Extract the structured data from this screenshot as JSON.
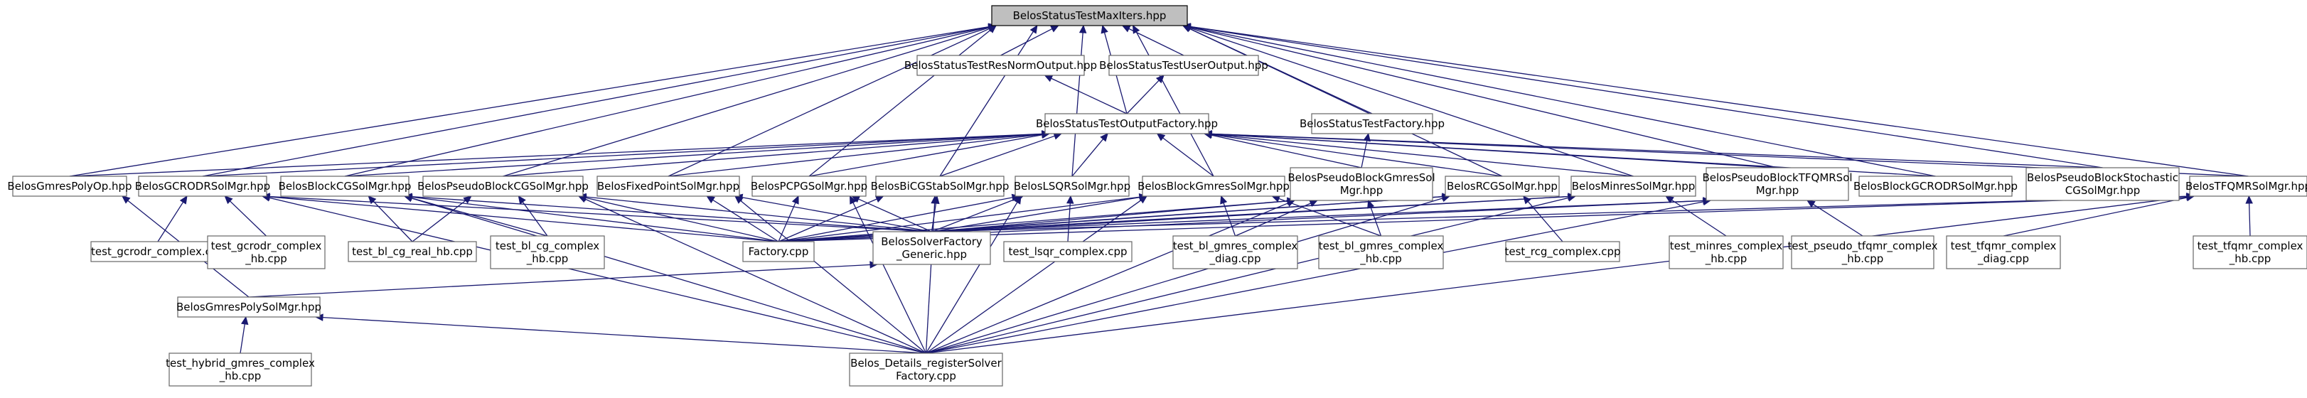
{
  "diagram": {
    "nodes": [
      {
        "id": "testmaxiters",
        "lines": [
          "BelosStatusTestMaxIters.hpp"
        ],
        "root": true
      },
      {
        "id": "resnorm",
        "lines": [
          "BelosStatusTestResNormOutput.hpp"
        ]
      },
      {
        "id": "useroutput",
        "lines": [
          "BelosStatusTestUserOutput.hpp"
        ]
      },
      {
        "id": "outputfactory",
        "lines": [
          "BelosStatusTestOutputFactory.hpp"
        ]
      },
      {
        "id": "testfactory",
        "lines": [
          "BelosStatusTestFactory.hpp"
        ]
      },
      {
        "id": "gmrespolyop",
        "lines": [
          "BelosGmresPolyOp.hpp"
        ]
      },
      {
        "id": "gcrodr",
        "lines": [
          "BelosGCRODRSolMgr.hpp"
        ]
      },
      {
        "id": "blockcg",
        "lines": [
          "BelosBlockCGSolMgr.hpp"
        ]
      },
      {
        "id": "pseudoblockcg",
        "lines": [
          "BelosPseudoBlockCGSolMgr.hpp"
        ]
      },
      {
        "id": "fixedpoint",
        "lines": [
          "BelosFixedPointSolMgr.hpp"
        ]
      },
      {
        "id": "pcpg",
        "lines": [
          "BelosPCPGSolMgr.hpp"
        ]
      },
      {
        "id": "bicgstab",
        "lines": [
          "BelosBiCGStabSolMgr.hpp"
        ]
      },
      {
        "id": "lsqr",
        "lines": [
          "BelosLSQRSolMgr.hpp"
        ]
      },
      {
        "id": "blockgmres",
        "lines": [
          "BelosBlockGmresSolMgr.hpp"
        ]
      },
      {
        "id": "pseudoblockgmres",
        "lines": [
          "BelosPseudoBlockGmresSol",
          "Mgr.hpp"
        ]
      },
      {
        "id": "rcg",
        "lines": [
          "BelosRCGSolMgr.hpp"
        ]
      },
      {
        "id": "minres",
        "lines": [
          "BelosMinresSolMgr.hpp"
        ]
      },
      {
        "id": "pseudoblocktfqmr",
        "lines": [
          "BelosPseudoBlockTFQMRSol",
          "Mgr.hpp"
        ]
      },
      {
        "id": "blockgcrodr",
        "lines": [
          "BelosBlockGCRODRSolMgr.hpp"
        ]
      },
      {
        "id": "pseudoblockstoch",
        "lines": [
          "BelosPseudoBlockStochastic",
          "CGSolMgr.hpp"
        ]
      },
      {
        "id": "tfqmr",
        "lines": [
          "BelosTFQMRSolMgr.hpp"
        ]
      },
      {
        "id": "test_gcrodr_complex",
        "lines": [
          "test_gcrodr_complex.cpp"
        ]
      },
      {
        "id": "test_gcrodr_complex_hb",
        "lines": [
          "test_gcrodr_complex",
          "_hb.cpp"
        ]
      },
      {
        "id": "test_bl_cg_real_hb",
        "lines": [
          "test_bl_cg_real_hb.cpp"
        ]
      },
      {
        "id": "test_bl_cg_complex_hb",
        "lines": [
          "test_bl_cg_complex",
          "_hb.cpp"
        ]
      },
      {
        "id": "factory",
        "lines": [
          "Factory.cpp"
        ]
      },
      {
        "id": "solverfactorygeneric",
        "lines": [
          "BelosSolverFactory",
          "_Generic.hpp"
        ]
      },
      {
        "id": "test_lsqr_complex",
        "lines": [
          "test_lsqr_complex.cpp"
        ]
      },
      {
        "id": "test_bl_gmres_complex_diag",
        "lines": [
          "test_bl_gmres_complex",
          "_diag.cpp"
        ]
      },
      {
        "id": "test_bl_gmres_complex_hb",
        "lines": [
          "test_bl_gmres_complex",
          "_hb.cpp"
        ]
      },
      {
        "id": "test_rcg_complex",
        "lines": [
          "test_rcg_complex.cpp"
        ]
      },
      {
        "id": "test_minres_complex_hb",
        "lines": [
          "test_minres_complex",
          "_hb.cpp"
        ]
      },
      {
        "id": "test_pseudo_tfqmr_complex_hb",
        "lines": [
          "test_pseudo_tfqmr_complex",
          "_hb.cpp"
        ]
      },
      {
        "id": "test_tfqmr_complex_diag",
        "lines": [
          "test_tfqmr_complex",
          "_diag.cpp"
        ]
      },
      {
        "id": "test_tfqmr_complex_hb",
        "lines": [
          "test_tfqmr_complex",
          "_hb.cpp"
        ]
      },
      {
        "id": "gmrespolysolmgr",
        "lines": [
          "BelosGmresPolySolMgr.hpp"
        ]
      },
      {
        "id": "test_hybrid_gmres_complex_hb",
        "lines": [
          "test_hybrid_gmres_complex",
          "_hb.cpp"
        ]
      },
      {
        "id": "details_register",
        "lines": [
          "Belos_Details_registerSolver",
          "Factory.cpp"
        ]
      }
    ],
    "edges": [
      [
        "resnorm",
        "testmaxiters"
      ],
      [
        "useroutput",
        "testmaxiters"
      ],
      [
        "testfactory",
        "testmaxiters"
      ],
      [
        "gmrespolyop",
        "testmaxiters"
      ],
      [
        "gcrodr",
        "testmaxiters"
      ],
      [
        "blockcg",
        "testmaxiters"
      ],
      [
        "pseudoblockcg",
        "testmaxiters"
      ],
      [
        "fixedpoint",
        "testmaxiters"
      ],
      [
        "pcpg",
        "testmaxiters"
      ],
      [
        "bicgstab",
        "testmaxiters"
      ],
      [
        "lsqr",
        "testmaxiters"
      ],
      [
        "blockgmres",
        "testmaxiters"
      ],
      [
        "rcg",
        "testmaxiters"
      ],
      [
        "minres",
        "testmaxiters"
      ],
      [
        "pseudoblocktfqmr",
        "testmaxiters"
      ],
      [
        "blockgcrodr",
        "testmaxiters"
      ],
      [
        "pseudoblockstoch",
        "testmaxiters"
      ],
      [
        "tfqmr",
        "testmaxiters"
      ],
      [
        "outputfactory",
        "testmaxiters"
      ],
      [
        "outputfactory",
        "resnorm"
      ],
      [
        "outputfactory",
        "useroutput"
      ],
      [
        "gmrespolyop",
        "outputfactory"
      ],
      [
        "gcrodr",
        "outputfactory"
      ],
      [
        "blockcg",
        "outputfactory"
      ],
      [
        "pseudoblockcg",
        "outputfactory"
      ],
      [
        "fixedpoint",
        "outputfactory"
      ],
      [
        "pcpg",
        "outputfactory"
      ],
      [
        "bicgstab",
        "outputfactory"
      ],
      [
        "lsqr",
        "outputfactory"
      ],
      [
        "blockgmres",
        "outputfactory"
      ],
      [
        "pseudoblockgmres",
        "outputfactory"
      ],
      [
        "rcg",
        "outputfactory"
      ],
      [
        "minres",
        "outputfactory"
      ],
      [
        "pseudoblocktfqmr",
        "outputfactory"
      ],
      [
        "blockgcrodr",
        "outputfactory"
      ],
      [
        "pseudoblockstoch",
        "outputfactory"
      ],
      [
        "tfqmr",
        "outputfactory"
      ],
      [
        "pseudoblockgmres",
        "testfactory"
      ],
      [
        "gmrespolysolmgr",
        "gmrespolyop"
      ],
      [
        "test_gcrodr_complex",
        "gcrodr"
      ],
      [
        "test_gcrodr_complex_hb",
        "gcrodr"
      ],
      [
        "factory",
        "gcrodr"
      ],
      [
        "solverfactorygeneric",
        "gcrodr"
      ],
      [
        "details_register",
        "gcrodr"
      ],
      [
        "test_bl_cg_real_hb",
        "blockcg"
      ],
      [
        "test_bl_cg_complex_hb",
        "blockcg"
      ],
      [
        "factory",
        "blockcg"
      ],
      [
        "solverfactorygeneric",
        "blockcg"
      ],
      [
        "details_register",
        "blockcg"
      ],
      [
        "test_bl_cg_real_hb",
        "pseudoblockcg"
      ],
      [
        "test_bl_cg_complex_hb",
        "pseudoblockcg"
      ],
      [
        "factory",
        "pseudoblockcg"
      ],
      [
        "solverfactorygeneric",
        "pseudoblockcg"
      ],
      [
        "details_register",
        "pseudoblockcg"
      ],
      [
        "factory",
        "fixedpoint"
      ],
      [
        "solverfactorygeneric",
        "fixedpoint"
      ],
      [
        "details_register",
        "fixedpoint"
      ],
      [
        "factory",
        "pcpg"
      ],
      [
        "solverfactorygeneric",
        "pcpg"
      ],
      [
        "details_register",
        "pcpg"
      ],
      [
        "factory",
        "bicgstab"
      ],
      [
        "solverfactorygeneric",
        "bicgstab"
      ],
      [
        "details_register",
        "bicgstab"
      ],
      [
        "factory",
        "lsqr"
      ],
      [
        "solverfactorygeneric",
        "lsqr"
      ],
      [
        "details_register",
        "lsqr"
      ],
      [
        "test_lsqr_complex",
        "lsqr"
      ],
      [
        "factory",
        "blockgmres"
      ],
      [
        "solverfactorygeneric",
        "blockgmres"
      ],
      [
        "details_register",
        "blockgmres"
      ],
      [
        "test_bl_gmres_complex_diag",
        "blockgmres"
      ],
      [
        "test_bl_gmres_complex_hb",
        "blockgmres"
      ],
      [
        "factory",
        "pseudoblockgmres"
      ],
      [
        "solverfactorygeneric",
        "pseudoblockgmres"
      ],
      [
        "details_register",
        "pseudoblockgmres"
      ],
      [
        "test_bl_gmres_complex_diag",
        "pseudoblockgmres"
      ],
      [
        "test_bl_gmres_complex_hb",
        "pseudoblockgmres"
      ],
      [
        "factory",
        "rcg"
      ],
      [
        "solverfactorygeneric",
        "rcg"
      ],
      [
        "details_register",
        "rcg"
      ],
      [
        "test_rcg_complex",
        "rcg"
      ],
      [
        "factory",
        "minres"
      ],
      [
        "solverfactorygeneric",
        "minres"
      ],
      [
        "details_register",
        "minres"
      ],
      [
        "test_minres_complex_hb",
        "minres"
      ],
      [
        "factory",
        "pseudoblocktfqmr"
      ],
      [
        "solverfactorygeneric",
        "pseudoblocktfqmr"
      ],
      [
        "details_register",
        "pseudoblocktfqmr"
      ],
      [
        "test_pseudo_tfqmr_complex_hb",
        "pseudoblocktfqmr"
      ],
      [
        "factory",
        "tfqmr"
      ],
      [
        "solverfactorygeneric",
        "tfqmr"
      ],
      [
        "details_register",
        "tfqmr"
      ],
      [
        "test_tfqmr_complex_diag",
        "tfqmr"
      ],
      [
        "test_tfqmr_complex_hb",
        "tfqmr"
      ],
      [
        "gmrespolysolmgr",
        "solverfactorygeneric"
      ],
      [
        "test_hybrid_gmres_complex_hb",
        "gmrespolysolmgr"
      ],
      [
        "details_register",
        "gmrespolysolmgr"
      ]
    ]
  }
}
